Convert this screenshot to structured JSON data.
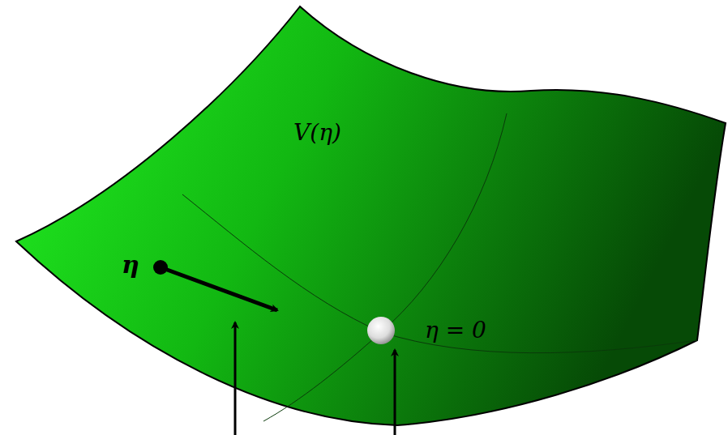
{
  "diagram": {
    "labels": [
      "V(η)",
      "η",
      "η = 0"
    ]
  }
}
